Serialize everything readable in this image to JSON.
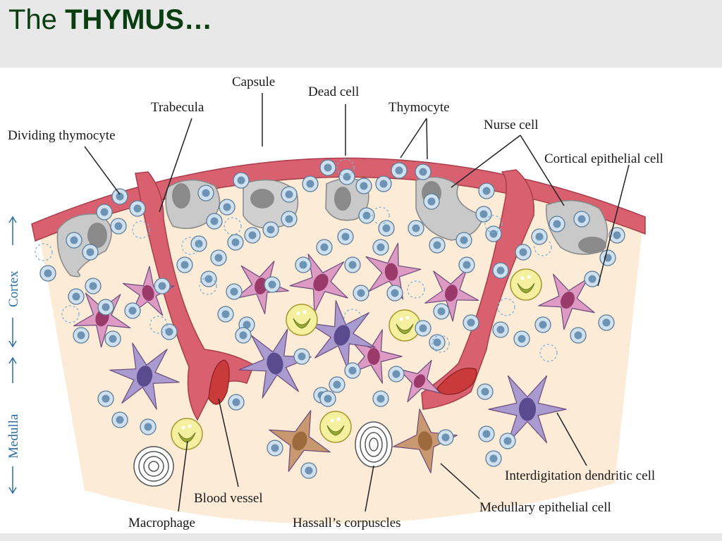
{
  "title": {
    "prefix": "The",
    "bold": "THYMUS…"
  },
  "colors": {
    "capsule": "#d9606e",
    "tissue": "#fcebd6",
    "thymocyte_fill": "#cfe0ee",
    "thymocyte_nucleus": "#6d93b4",
    "epithelial": "#dd9bc4",
    "epithelial_nucleus": "#9a3a6a",
    "dendritic": "#a99ad0",
    "dendritic_nucleus": "#5a4a8e",
    "medullary": "#c89870",
    "medullary_nucleus": "#9c6a3c",
    "macrophage": "#f4f0a0",
    "nurse_cell": "#bdbdbd",
    "blood": "#d94a4a",
    "axis": "#2b6fa6"
  },
  "labels": {
    "capsule": "Capsule",
    "dead_cell": "Dead cell",
    "trabecula": "Trabecula",
    "thymocyte": "Thymocyte",
    "dividing_thymocyte": "Dividing thymocyte",
    "nurse_cell": "Nurse cell",
    "cortical_epithelial_cell": "Cortical epithelial cell",
    "interdigitation_dendritic_cell": "Interdigitation dendritic cell",
    "medullary_epithelial_cell": "Medullary epithelial cell",
    "blood_vessel": "Blood vessel",
    "macrophage": "Macrophage",
    "hassalls_corpuscles": "Hassall’s corpuscles"
  },
  "axis": {
    "cortex": "Cortex",
    "medulla": "Medulla"
  }
}
